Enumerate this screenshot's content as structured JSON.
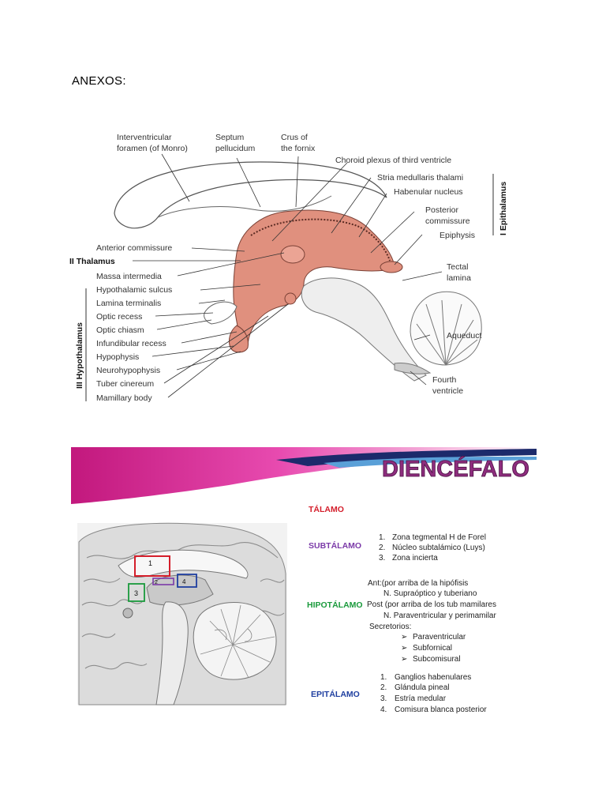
{
  "page": {
    "heading": "ANEXOS:"
  },
  "figure1": {
    "labels": {
      "interventricular_1": "Interventricular",
      "interventricular_2": "foramen (of Monro)",
      "septum_1": "Septum",
      "septum_2": "pellucidum",
      "crus_1": "Crus of",
      "crus_2": "the fornix",
      "choroid": "Choroid plexus of third ventricle",
      "stria": "Stria medullaris thalami",
      "habenular": "Habenular nucleus",
      "posterior_1": "Posterior",
      "posterior_2": "commissure",
      "epiphysis": "Epiphysis",
      "epithalamus": "I Epithalamus",
      "tectal_1": "Tectal",
      "tectal_2": "lamina",
      "aqueduct": "Aqueduct",
      "fourth_1": "Fourth",
      "fourth_2": "ventricle",
      "anterior_commissure": "Anterior commissure",
      "thalamus": "II Thalamus",
      "massa": "Massa intermedia",
      "hypothalamic_sulcus": "Hypothalamic sulcus",
      "lamina_terminalis": "Lamina terminalis",
      "optic_recess": "Optic recess",
      "optic_chiasm": "Optic chiasm",
      "infundibular": "Infundibular recess",
      "hypophysis": "Hypophysis",
      "neurohypophysis": "Neurohypophysis",
      "tuber": "Tuber cinereum",
      "mamillary": "Mamillary body",
      "hypothalamus": "III Hypothalamus"
    }
  },
  "slide": {
    "title": "DIENCÉFALO",
    "box_labels": {
      "b1": "1",
      "b2": "2",
      "b3": "3",
      "b4": "4"
    },
    "talamo": {
      "title": "TÁLAMO",
      "color": "#d41e2b"
    },
    "subtalamo": {
      "title": "SUBTÁLAMO",
      "color": "#7b3aa8",
      "items": [
        "Zona tegmental H de Forel",
        "Núcleo subtalámico (Luys)",
        "Zona incierta"
      ]
    },
    "hipotalamo": {
      "title": "HIPOTÁLAMO",
      "color": "#1a9a3c",
      "lines": [
        "Ant:(por arriba de la hipófisis",
        "N. Supraóptico y tuberiano",
        "Post (por arriba de los tub mamilares",
        "N. Paraventricular y perimamilar",
        "Secretorios:"
      ],
      "bullets": [
        "Paraventricular",
        "Subfornical",
        "Subcomisural"
      ]
    },
    "epitalamo": {
      "title": "EPITÁLAMO",
      "color": "#1f3fa0",
      "items": [
        "Ganglios habenulares",
        "Glándula pineal",
        "Estría medular",
        "Comisura blanca posterior"
      ]
    }
  }
}
